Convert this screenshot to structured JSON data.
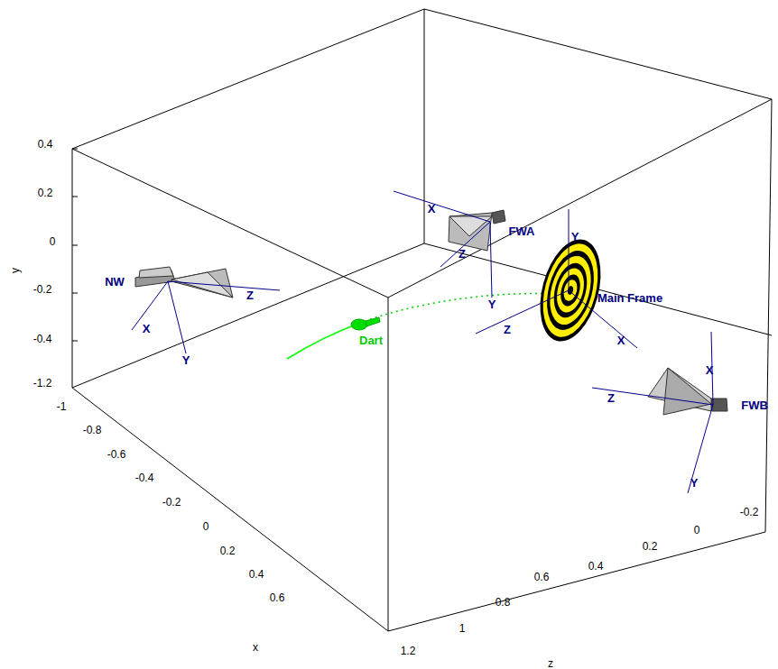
{
  "diagram": {
    "labels": [
      "0.4",
      "0.2",
      "0",
      "-0.2",
      "-0.4",
      "y",
      "-1.2",
      "-1",
      "-0.8",
      "-0.6",
      "-0.4",
      "-0.2",
      "0",
      "0.2",
      "0.4",
      "0.6",
      "x",
      "1.2",
      "1",
      "0.8",
      "0.6",
      "0.4",
      "0.2",
      "0",
      "-0.2",
      "z",
      "NW",
      "X",
      "Y",
      "Z",
      "FWA",
      "X",
      "Z",
      "Y",
      "Main Frame",
      "Y",
      "Z",
      "X",
      "FWB",
      "Z",
      "X",
      "Y",
      "Dart"
    ]
  }
}
